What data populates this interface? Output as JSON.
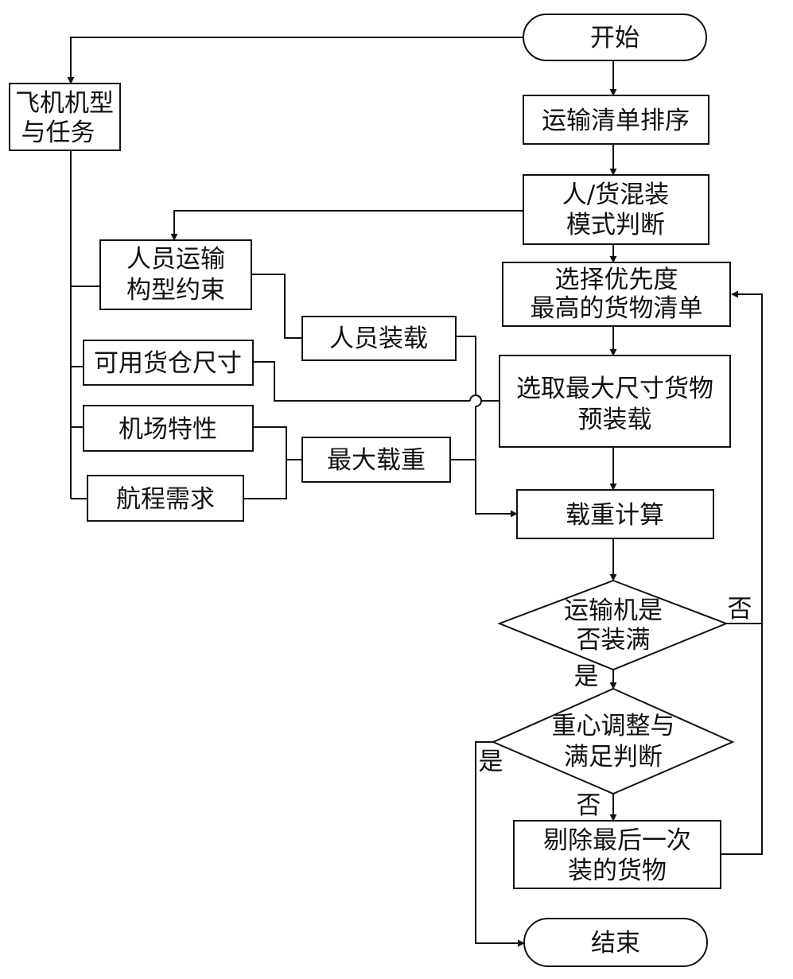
{
  "flowchart": {
    "start": "开始",
    "sort_list": "运输清单排序",
    "mixed_mode": [
      "人/货混装",
      "模式判断"
    ],
    "select_list": [
      "选择优先度",
      "最高的货物清单"
    ],
    "preload": [
      "选取最大尺寸货物",
      "预装载"
    ],
    "load_calc": "载重计算",
    "is_full": [
      "运输机是",
      "否装满"
    ],
    "cg_check": [
      "重心调整与",
      "满足判断"
    ],
    "remove_last": [
      "剔除最后一次",
      "装的货物"
    ],
    "end": "结束",
    "aircraft_task": [
      "飞机机型",
      "与任务"
    ],
    "personnel_constraint": [
      "人员运输",
      "构型约束"
    ],
    "personnel_loading": "人员装载",
    "cargo_hold_size": "可用货仓尺寸",
    "airport_features": "机场特性",
    "range_demand": "航程需求",
    "max_payload": "最大载重",
    "yes_full": "是",
    "no_full": "否",
    "yes_cg": "是",
    "no_cg": "否"
  }
}
